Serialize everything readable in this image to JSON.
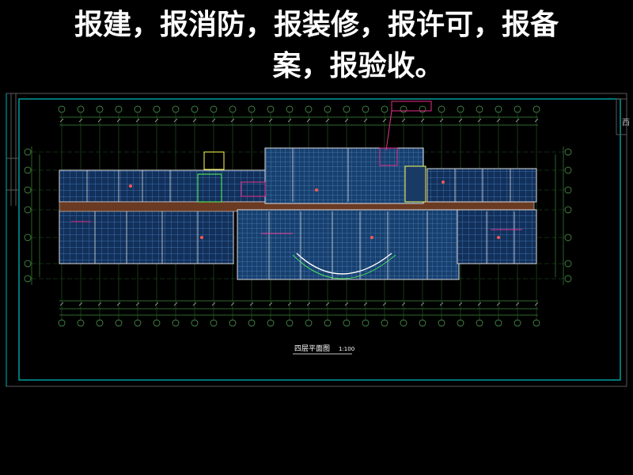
{
  "headline": {
    "line1": "报建，报消防，报装修，报许可，报备",
    "line2": "案，报验收。"
  },
  "drawing": {
    "title": "四层平面图",
    "scale": "1:100",
    "side_label": "西"
  },
  "colors": {
    "background": "#000000",
    "frame": "#00b4b4",
    "grid": "#3c8c3c",
    "fill": "#1a4f8a",
    "text": "#ffffff",
    "accent": "#e8318a"
  }
}
